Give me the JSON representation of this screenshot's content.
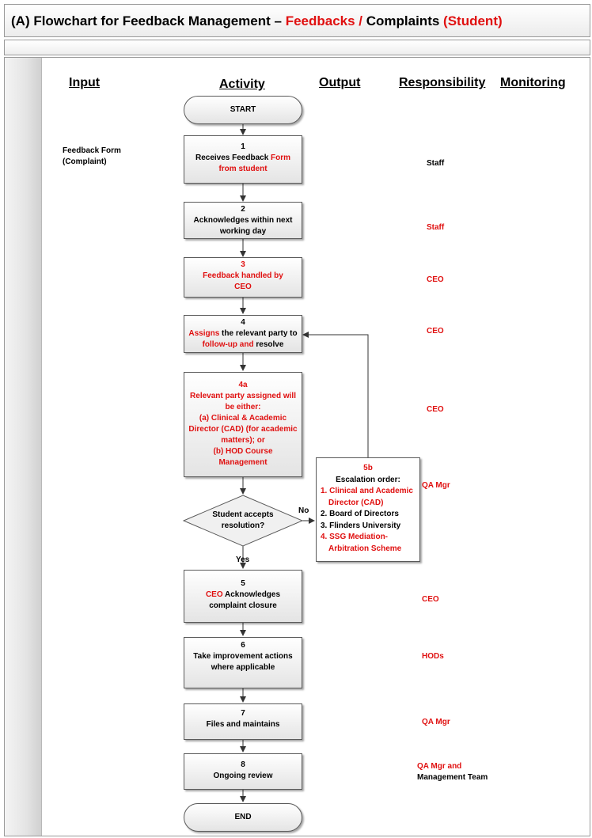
{
  "title": {
    "prefix": "(A) Flowchart for Feedback Management – ",
    "part1": "Feedbacks",
    "slash": " / ",
    "part2": "Complaints ",
    "part3": "(Student)"
  },
  "columns": {
    "input": "Input",
    "activity": "Activity",
    "output": "Output",
    "responsibility": "Responsibility",
    "monitoring": "Monitoring"
  },
  "start": "START",
  "end": "END",
  "input_note": [
    "Feedback Form",
    "(Complaint)"
  ],
  "steps": {
    "s1": {
      "num": "1",
      "a": "Receives Feedback ",
      "b": "Form",
      "c": "from student"
    },
    "s2": {
      "num": "2",
      "a": "Acknowledges within next",
      "b": "working day"
    },
    "s3": {
      "num": "3",
      "a": "Feedback handled by",
      "b": "CEO"
    },
    "s4": {
      "num": "4",
      "a": "Assigns",
      "b": " the relevant party to",
      "c": "follow-up and",
      "d": " resolve"
    },
    "s4a": {
      "num": "4a",
      "lines": [
        "Relevant party assigned will",
        "be either:",
        "(a) Clinical & Academic",
        "Director (CAD) (for academic",
        "matters); or",
        "(b) HOD Course",
        "Management"
      ]
    },
    "decision": {
      "a": "Student accepts",
      "b": "resolution?"
    },
    "s5": {
      "num": "5",
      "a": "CEO",
      "b": " Acknowledges",
      "c": "complaint closure"
    },
    "s6": {
      "num": "6",
      "a": "Take improvement actions",
      "b": "where applicable"
    },
    "s7": {
      "num": "7",
      "a": "Files and maintains"
    },
    "s8": {
      "num": "8",
      "a": "Ongoing review"
    }
  },
  "escalation": {
    "num": "5b",
    "heading": "Escalation order:",
    "items": [
      "1. Clinical and Academic Director (CAD)",
      "2. Board of Directors",
      "3. Flinders University",
      "4. SSG Mediation-Arbitration Scheme"
    ]
  },
  "labels": {
    "no": "No",
    "yes": "Yes"
  },
  "responsibility": {
    "r1": "Staff",
    "r2": "Staff",
    "r3": "CEO",
    "r4": "CEO",
    "r4a": "CEO",
    "r5b": "QA Mgr",
    "r5": "CEO",
    "r6": "HODs",
    "r7": "QA Mgr",
    "r8a": "QA Mgr and",
    "r8b": "Management Team"
  },
  "colors": {
    "accent_red": "#e01010",
    "text": "#000000",
    "border": "#5a5a5a"
  }
}
